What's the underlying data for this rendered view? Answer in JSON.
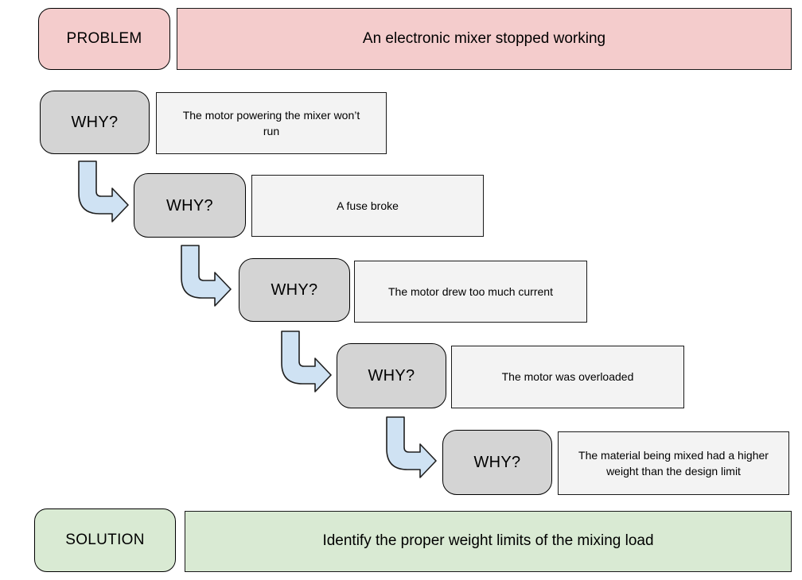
{
  "diagram": {
    "type": "5-whys-root-cause-analysis",
    "problem": {
      "label": "PROBLEM",
      "text": "An electronic mixer stopped working"
    },
    "whys": [
      {
        "label": "WHY?",
        "text": "The motor powering the mixer won’t run"
      },
      {
        "label": "WHY?",
        "text": "A fuse broke"
      },
      {
        "label": "WHY?",
        "text": "The motor drew too much current"
      },
      {
        "label": "WHY?",
        "text": "The motor was overloaded"
      },
      {
        "label": "WHY?",
        "text": "The material being mixed had a higher weight than the design limit"
      }
    ],
    "solution": {
      "label": "SOLUTION",
      "text": "Identify the proper weight limits of the mixing load"
    },
    "arrow_icon": "bent-arrow-down-right",
    "colors": {
      "problem_fill": "#f4cccc",
      "why_fill": "#d4d4d4",
      "answer_fill": "#f3f3f3",
      "solution_fill": "#d9ead3",
      "arrow_fill": "#cfe2f3",
      "border": "#000000"
    }
  }
}
